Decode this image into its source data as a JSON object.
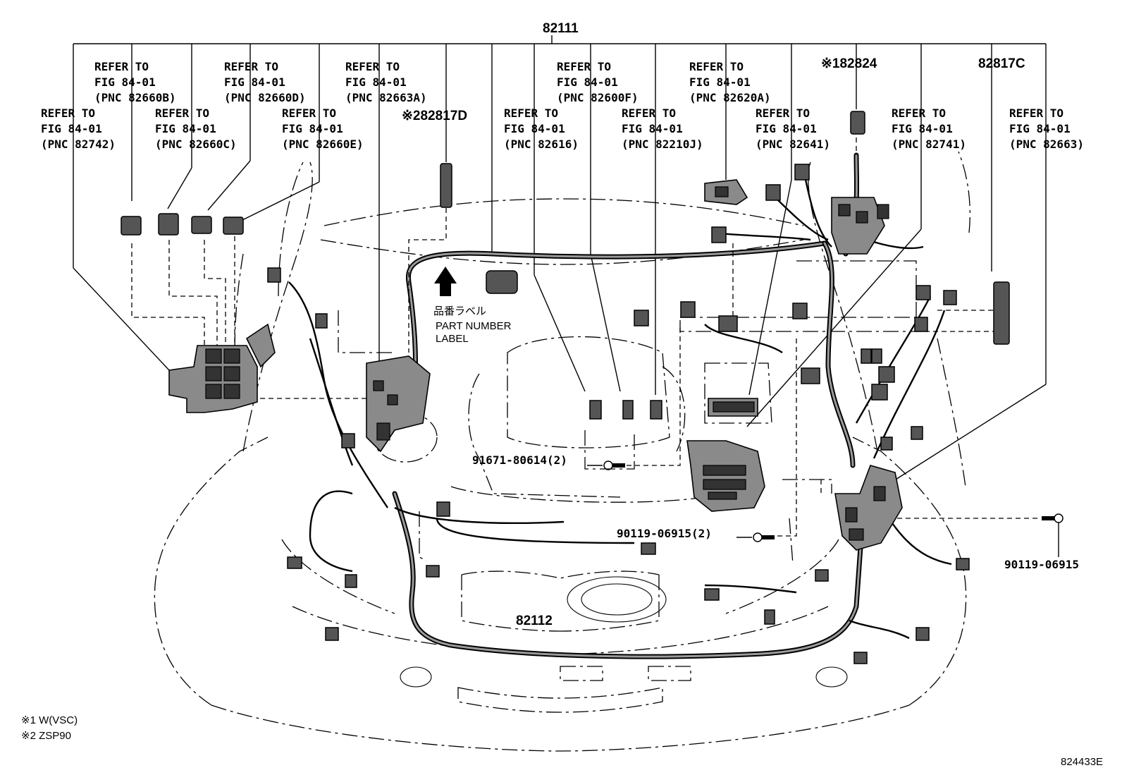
{
  "top_part": "82111",
  "refer": {
    "r1": {
      "line1": "REFER TO",
      "line2": "FIG 84-01",
      "line3": "(PNC 82742)"
    },
    "r2": {
      "line1": "REFER TO",
      "line2": "FIG 84-01",
      "line3": "(PNC 82660B)"
    },
    "r3": {
      "line1": "REFER TO",
      "line2": "FIG 84-01",
      "line3": "(PNC 82660C)"
    },
    "r4": {
      "line1": "REFER TO",
      "line2": "FIG 84-01",
      "line3": "(PNC 82660D)"
    },
    "r5": {
      "line1": "REFER TO",
      "line2": "FIG 84-01",
      "line3": "(PNC 82660E)"
    },
    "r6": {
      "line1": "REFER TO",
      "line2": "FIG 84-01",
      "line3": "(PNC 82663A)"
    },
    "r7": {
      "line1": "REFER TO",
      "line2": "FIG 84-01",
      "line3": "(PNC 82616)"
    },
    "r8": {
      "line1": "REFER TO",
      "line2": "FIG 84-01",
      "line3": "(PNC 82600F)"
    },
    "r9": {
      "line1": "REFER TO",
      "line2": "FIG 84-01",
      "line3": "(PNC 82210J)"
    },
    "r10": {
      "line1": "REFER TO",
      "line2": "FIG 84-01",
      "line3": "(PNC 82620A)"
    },
    "r11": {
      "line1": "REFER TO",
      "line2": "FIG 84-01",
      "line3": "(PNC 82641)"
    },
    "r12": {
      "line1": "REFER TO",
      "line2": "FIG 84-01",
      "line3": "(PNC 82741)"
    },
    "r13": {
      "line1": "REFER TO",
      "line2": "FIG 84-01",
      "line3": "(PNC 82663)"
    }
  },
  "parts": {
    "p82817d": "※282817D",
    "p82824": "※182824",
    "p82817c": "82817C",
    "p82112": "82112",
    "bolt1": "91671-80614(2)",
    "bolt2": "90119-06915(2)",
    "bolt3": "90119-06915"
  },
  "label": {
    "jp": "品番ラベル",
    "line1": "PART NUMBER",
    "line2": "LABEL"
  },
  "notes": {
    "n1": "※1 W(VSC)",
    "n2": "※2 ZSP90"
  },
  "figure_id": "824433E"
}
